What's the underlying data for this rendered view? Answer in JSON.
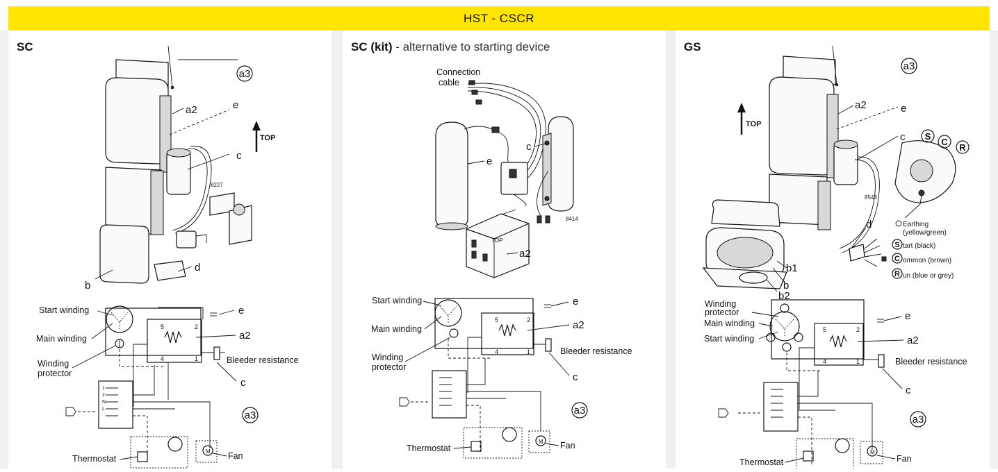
{
  "banner": {
    "title": "HST - CSCR"
  },
  "panels": [
    {
      "title": "SC",
      "subtitle": "",
      "labels": {
        "a3": "a3",
        "a2": "a2",
        "e": "e",
        "top": "TOP",
        "c": "c",
        "code": "8227",
        "d": "d",
        "b": "b",
        "start_winding": "Start winding",
        "main_winding": "Main winding",
        "winding_protector_1": "Winding",
        "winding_protector_2": "protector",
        "e2": "e",
        "a2b": "a2",
        "bleeder": "Bleeder resistance",
        "c2": "c",
        "a3b": "a3",
        "thermostat": "Thermostat",
        "fan": "Fan"
      }
    },
    {
      "title": "SC (kit)",
      "subtitle": " - alternative to starting device",
      "labels": {
        "connection_1": "Connection",
        "connection_2": "cable",
        "e": "e",
        "c": "c",
        "code": "8414",
        "a2": "a2",
        "top_stamp": "TOP",
        "start_winding": "Start winding",
        "main_winding": "Main winding",
        "winding_protector_1": "Winding",
        "winding_protector_2": "protector",
        "e2": "e",
        "a2b": "a2",
        "bleeder": "Bleeder resistance",
        "c2": "c",
        "a3": "a3",
        "thermostat": "Thermostat",
        "fan": "Fan"
      }
    },
    {
      "title": "GS",
      "subtitle": "",
      "labels": {
        "a3": "a3",
        "a2": "a2",
        "e": "e",
        "top": "TOP",
        "c": "c",
        "code": "8543",
        "s": "S",
        "cc": "C",
        "r": "R",
        "d": "d",
        "b1": "b1",
        "b": "b",
        "b2": "b2",
        "earthing_1": "Earthing",
        "earthing_2": "(yellow/green)",
        "start_black": "tart (black)",
        "common_brown": "ommon (brown)",
        "run_blue": "un (blue or grey)",
        "winding_protector_1": "Winding",
        "winding_protector_2": "protector",
        "main_winding": "Main winding",
        "start_winding": "Start winding",
        "e2": "e",
        "a2b": "a2",
        "bleeder": "Bleeder resistance",
        "c2": "c",
        "a3b": "a3",
        "thermostat": "Thermostat",
        "fan": "Fan"
      }
    }
  ]
}
